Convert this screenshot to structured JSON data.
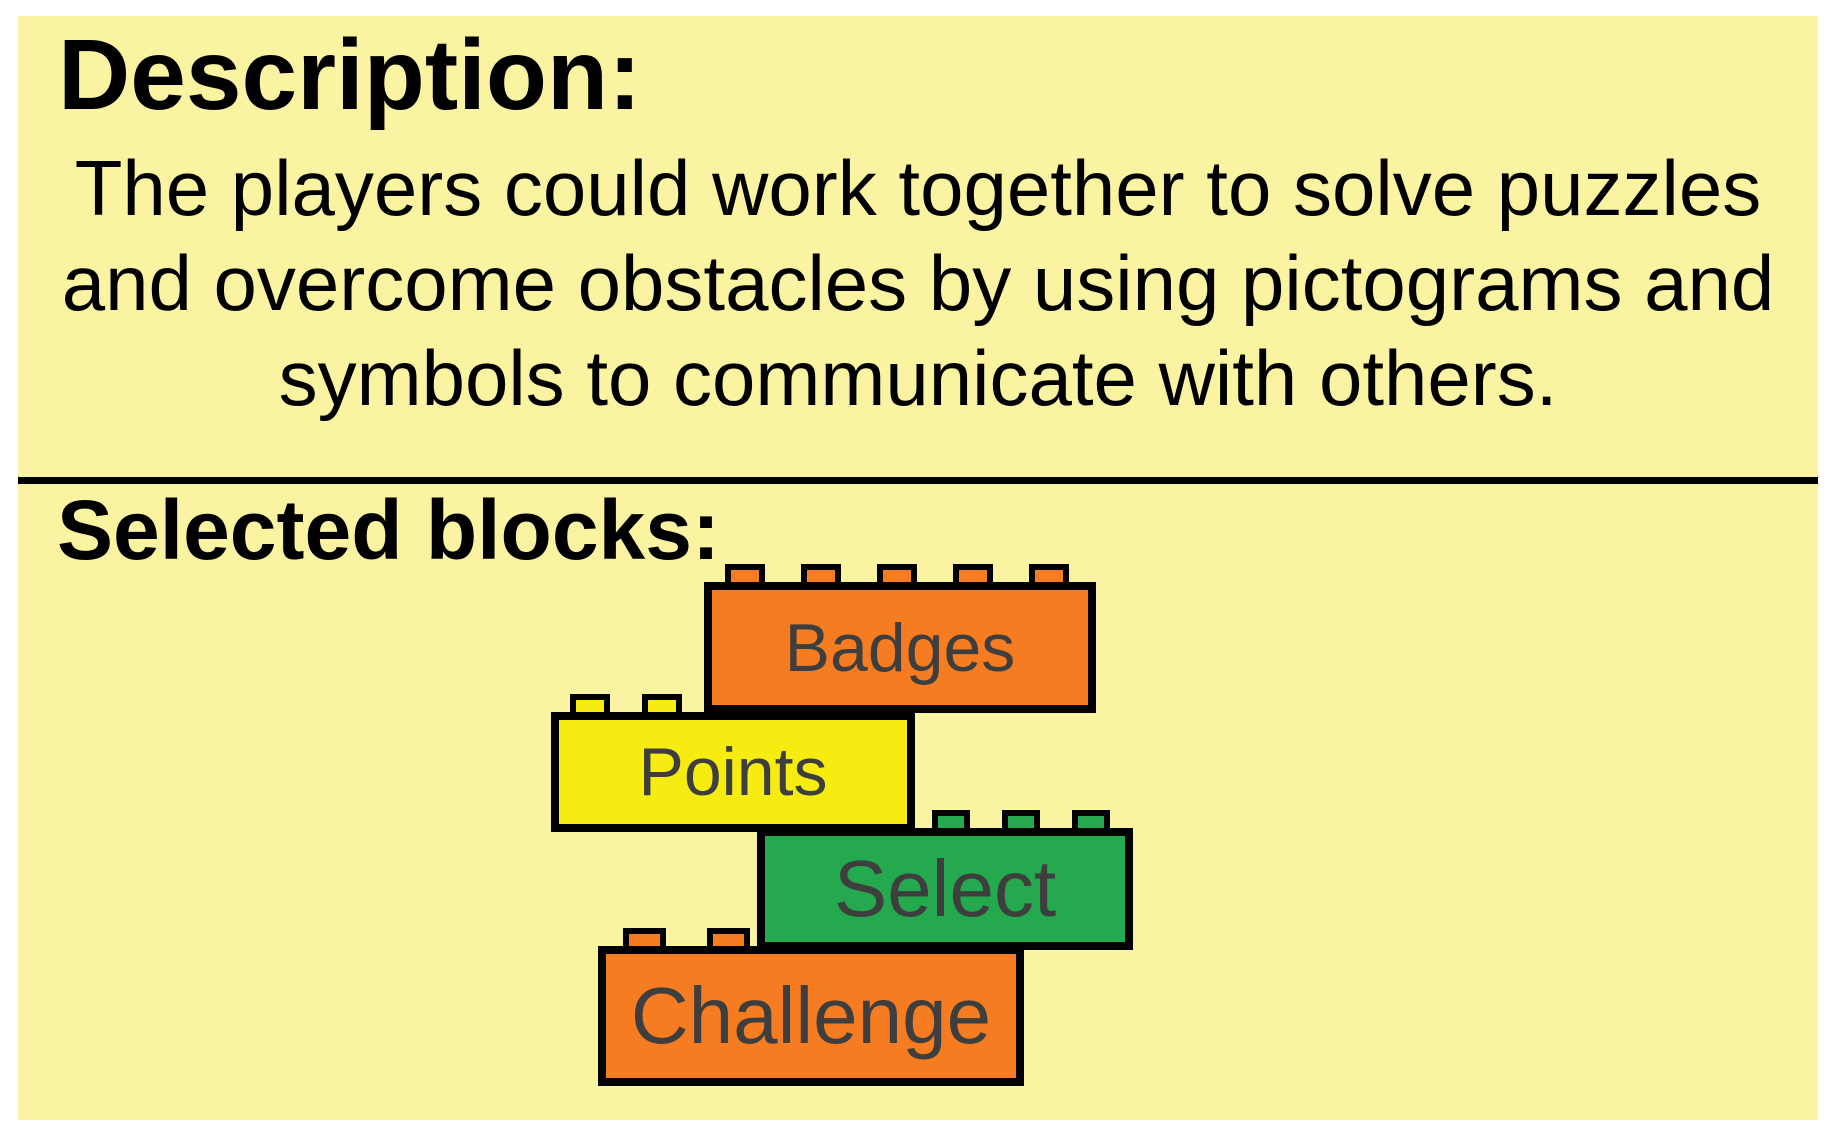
{
  "panel": {
    "background": "#FAF3A1",
    "description": {
      "heading": "Description:",
      "lines": [
        "The players could work together to solve puzzles",
        "and overcome obstacles by using pictograms and",
        "symbols to communicate with others."
      ]
    },
    "selected": {
      "heading": "Selected blocks:"
    }
  },
  "blocks": [
    {
      "label": "Badges",
      "color": "#F57C21",
      "text_color": "#3E3E3E"
    },
    {
      "label": "Points",
      "color": "#F6EC11",
      "text_color": "#3E3E3E"
    },
    {
      "label": "Select",
      "color": "#24A94E",
      "text_color": "#3E3E3E"
    },
    {
      "label": "Challenge",
      "color": "#F57C21",
      "text_color": "#3E3E3E"
    }
  ]
}
